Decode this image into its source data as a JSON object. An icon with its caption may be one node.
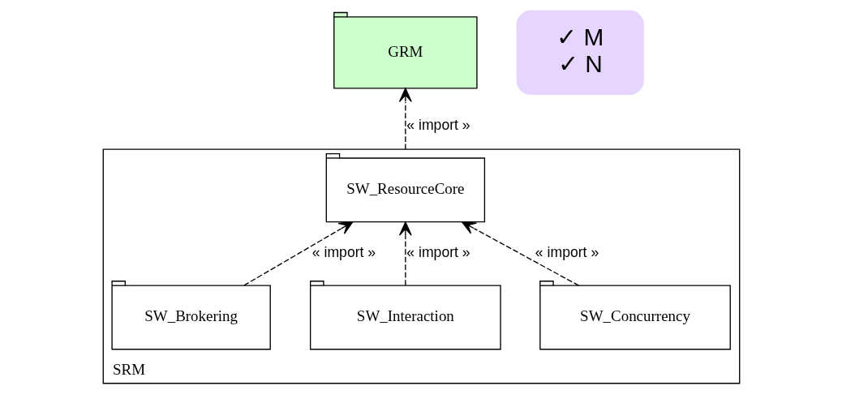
{
  "diagram": {
    "nodes": [
      {
        "text": [
          "GRM"
        ]
      },
      {
        "text": [
          "SRM"
        ]
      },
      {
        "text": [
          "SW_ResourceCore"
        ],
        "in": 1
      },
      {
        "text": [
          "SW_Concurrency"
        ],
        "in": 1
      },
      {
        "text": [
          "SW_Interaction"
        ],
        "in": 1
      },
      {
        "text": [
          "SW_Brokering"
        ],
        "in": 1
      },
      {
        "text": [
          "✓ M",
          "✓ N"
        ]
      }
    ],
    "edges": [
      {
        "from": 1,
        "to": 0,
        "arrow": "to",
        "label": "« import »",
        "style": "dashed"
      },
      {
        "from": 3,
        "to": 2,
        "arrow": "to",
        "label": "« import »",
        "style": "dashed"
      },
      {
        "from": 4,
        "to": 2,
        "arrow": "to",
        "label": "« import »",
        "style": "dashed"
      },
      {
        "from": 5,
        "to": 2,
        "arrow": "to",
        "label": "« import »",
        "style": "dashed"
      }
    ]
  }
}
